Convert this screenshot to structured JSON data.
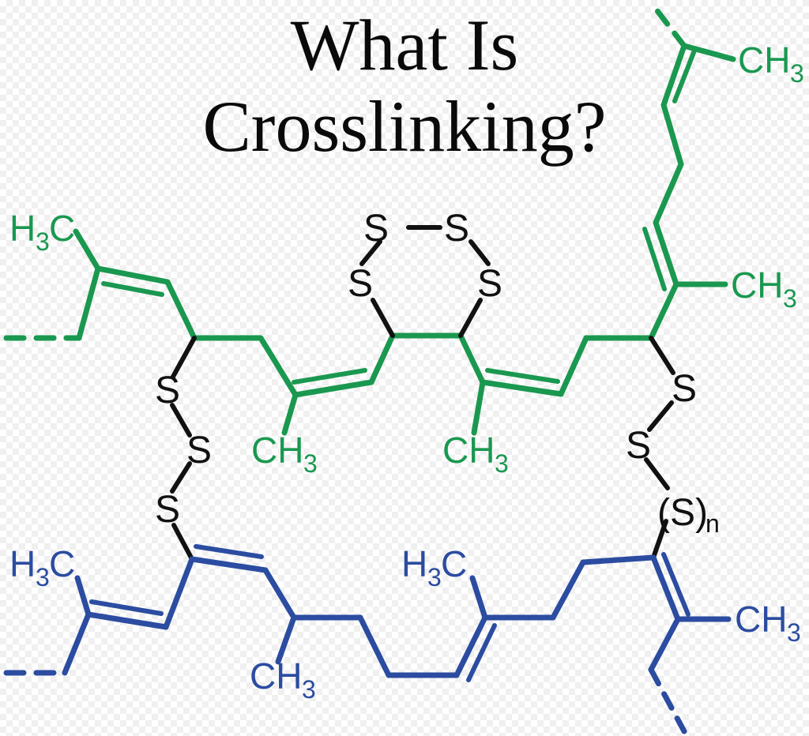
{
  "title": {
    "line1": "What Is",
    "line2": "Crosslinking?"
  },
  "colors": {
    "green_chain": "#1a9850",
    "blue_chain": "#2b4ca0",
    "sulfur_text": "#111111",
    "title_text": "#0a0a0a",
    "background": "#ffffff"
  },
  "labels": {
    "green_top_left_methyl": "H₃C",
    "green_top_right_methyl_upper": "CH₃",
    "green_right_methyl_lower": "CH₃",
    "green_center_left_methyl": "CH₃",
    "green_center_right_methyl": "CH₃",
    "blue_bottom_left_methyl": "H₃C",
    "blue_bottom_center_methyl": "H₃C",
    "blue_bottom_left_branch_methyl": "CH₃",
    "blue_bottom_right_methyl": "CH₃",
    "sulfur": "S",
    "sulfur_polysulfide": "(S)",
    "sulfur_polysulfide_subscript": "n"
  },
  "chart_data": {
    "type": "diagram",
    "title": "What Is Crosslinking?",
    "subject": "Sulfur vulcanization crosslinks between polyisoprene rubber chains",
    "polymer_chains": [
      {
        "name": "upper-chain",
        "color": "#1a9850",
        "description": "Green cis-polyisoprene backbone running across the upper half, terminated by dashed bonds at both ends",
        "pendant_groups": [
          "H₃C",
          "CH₃",
          "CH₃",
          "CH₃",
          "CH₃"
        ],
        "open_ends": 2
      },
      {
        "name": "lower-chain",
        "color": "#2b4ca0",
        "description": "Blue cis-polyisoprene backbone running across the lower half, terminated by dashed bonds at both ends",
        "pendant_groups": [
          "H₃C",
          "CH₃",
          "H₃C",
          "CH₃"
        ],
        "open_ends": 2
      }
    ],
    "crosslinks": [
      {
        "name": "trisulfide-bridge-left",
        "type": "polysulfide bridge",
        "sulfur_labels": [
          "S",
          "S",
          "S"
        ],
        "sulfur_count": 3,
        "connects": [
          "upper-chain",
          "lower-chain"
        ],
        "position": "left"
      },
      {
        "name": "cyclic-tetrasulfide-ring-center",
        "type": "cyclic sulfide ring (intramolecular)",
        "sulfur_labels": [
          "S",
          "S",
          "S",
          "S"
        ],
        "sulfur_count": 4,
        "connects": [
          "upper-chain",
          "upper-chain"
        ],
        "position": "center",
        "ring_size": 6
      },
      {
        "name": "polysulfide-bridge-right",
        "type": "polysulfide bridge of variable length",
        "sulfur_labels": [
          "S",
          "S",
          "(S)n"
        ],
        "sulfur_count": "2 + n",
        "connects": [
          "upper-chain",
          "lower-chain"
        ],
        "position": "right"
      }
    ]
  }
}
